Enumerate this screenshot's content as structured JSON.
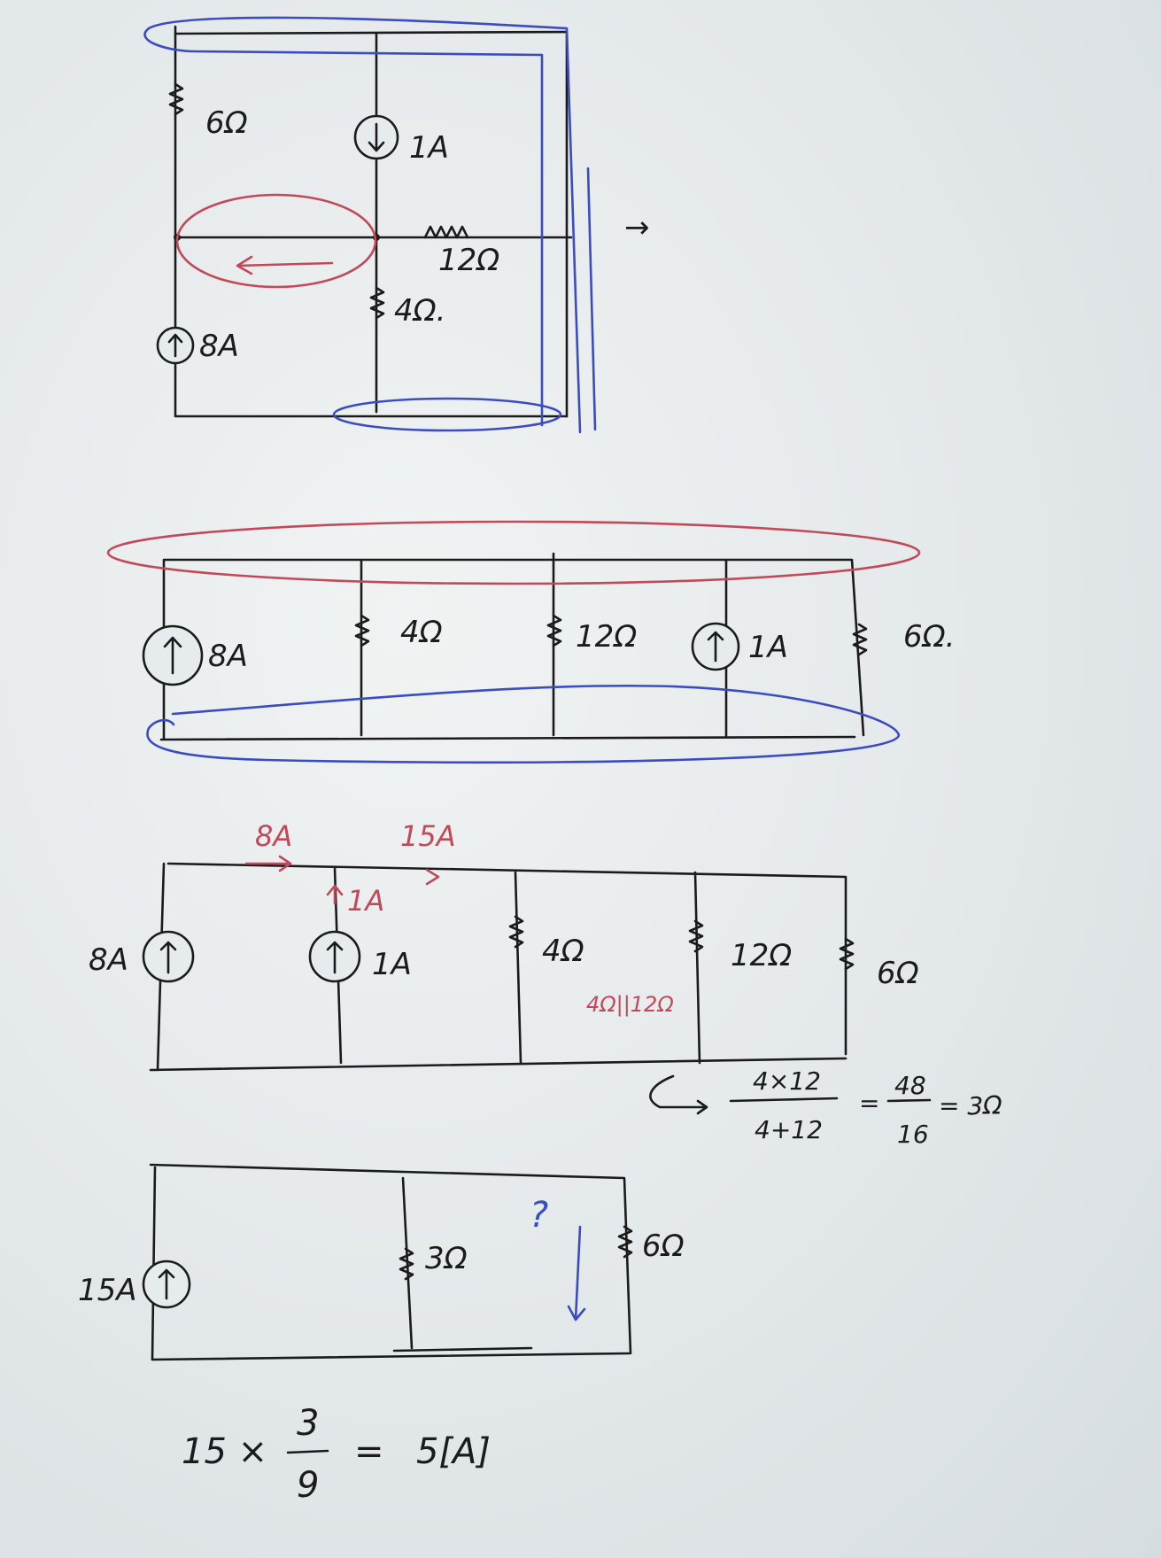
{
  "circuit1": {
    "r_left": "6Ω",
    "src_top": "1A",
    "r_middle": "12Ω",
    "r_bottom": "4Ω.",
    "src_left": "8A",
    "arrow_right": "→"
  },
  "circuit2": {
    "src_left": "8A",
    "r1": "4Ω",
    "r2": "12Ω",
    "src_mid": "1A",
    "r3": "6Ω."
  },
  "circuit3": {
    "src_left": "8A",
    "src_mid": "1A",
    "r1": "4Ω",
    "r2": "12Ω",
    "r3": "6Ω",
    "red_current_left": "8A",
    "red_current_right": "15A",
    "red_current_up": "1A",
    "red_parallel": "4Ω||12Ω",
    "calc_num": "4×12",
    "calc_den": "4+12",
    "calc_eq": "=",
    "calc_res_num": "48",
    "calc_res_den": "16",
    "calc_result": "= 3Ω"
  },
  "circuit4": {
    "src": "15A",
    "r1": "3Ω",
    "r2": "6Ω",
    "question": "?"
  },
  "final": {
    "lead": "15 ×",
    "num": "3",
    "den": "9",
    "eq": "=",
    "result": "5[A]"
  },
  "colors": {
    "ink": "#1b1b1b",
    "red": "#c04a5a",
    "blue": "#3a4cc0",
    "board": "#e3e8ea"
  }
}
